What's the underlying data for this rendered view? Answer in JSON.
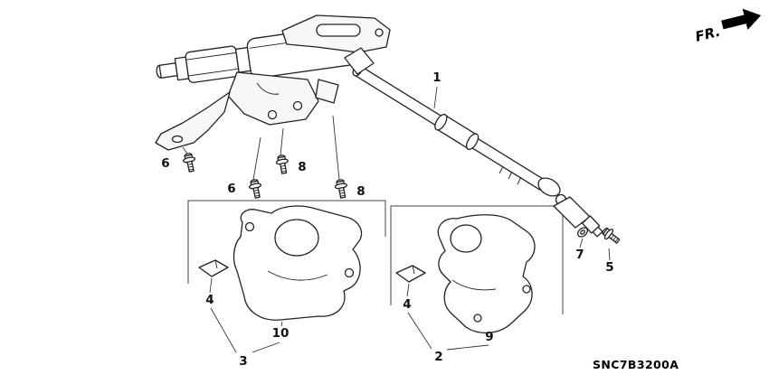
{
  "diagram": {
    "direction_label": "FR.",
    "part_code": "SNC7B3200A",
    "callouts": [
      {
        "id": "callout-1",
        "label": "1"
      },
      {
        "id": "callout-6a",
        "label": "6"
      },
      {
        "id": "callout-6b",
        "label": "6"
      },
      {
        "id": "callout-8a",
        "label": "8"
      },
      {
        "id": "callout-8b",
        "label": "8"
      },
      {
        "id": "callout-7",
        "label": "7"
      },
      {
        "id": "callout-5",
        "label": "5"
      },
      {
        "id": "callout-4a",
        "label": "4"
      },
      {
        "id": "callout-10",
        "label": "10"
      },
      {
        "id": "callout-3",
        "label": "3"
      },
      {
        "id": "callout-4b",
        "label": "4"
      },
      {
        "id": "callout-9",
        "label": "9"
      },
      {
        "id": "callout-2",
        "label": "2"
      }
    ]
  }
}
